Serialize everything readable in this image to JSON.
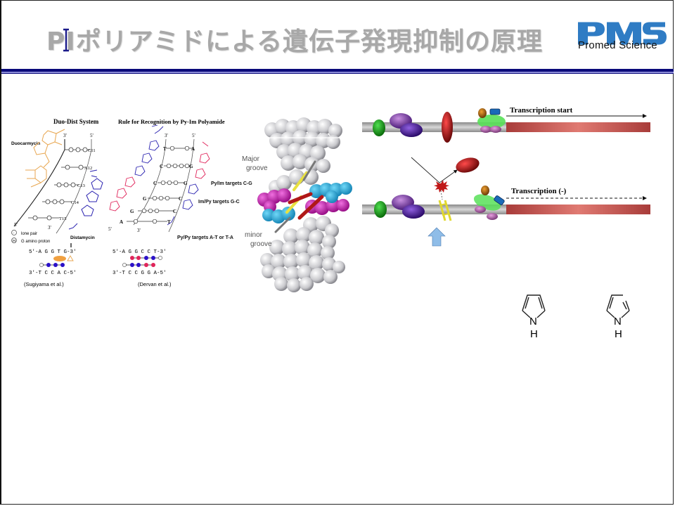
{
  "slide": {
    "title": "PIポリアミドによる遺伝子発現抑制の原理",
    "logo": {
      "mark": "PMS",
      "name": "Promed Science",
      "color": "#2f7cc4"
    },
    "rule_color": "#0a0a7a"
  },
  "duo_dist": {
    "heading": "Duo-Dist System",
    "strand_3": "3'",
    "strand_5": "5'",
    "strand_5_bottom": "5'",
    "strand_3_bottom": "3'",
    "duocarmycin_label": "Duocarmycin",
    "distamycin_label": "Distamycin",
    "right_bases": [
      "C11",
      "A12",
      "C13",
      "C14",
      "T15"
    ],
    "legend": [
      {
        "symbol": "··",
        "text": "lone pair"
      },
      {
        "symbol": "H",
        "text": "G amino proton"
      }
    ],
    "seq_top": "5'-A G G T G-3'",
    "seq_bottom": "3'-T C C A C-5'",
    "citation": "(Sugiyama et al.)",
    "colors": {
      "duocarmycin": "#e8a650",
      "distamycin": "#2a22b0"
    }
  },
  "py_im_rule": {
    "heading": "Rule for Recognition by Py-Im Polyamide",
    "strand_3": "3'",
    "strand_5": "5'",
    "strand_5_bottom": "5'",
    "strand_3_bottom": "3'",
    "pairs": [
      {
        "left": "T",
        "right": "A"
      },
      {
        "left": "C",
        "right": "G"
      },
      {
        "left": "C",
        "right": "G"
      },
      {
        "left": "G",
        "right": "C"
      },
      {
        "left": "G",
        "right": "C"
      },
      {
        "left": "A",
        "right": "T"
      }
    ],
    "rules": [
      "Py/Im targets C-G",
      "Im/Py targets G-C",
      "Py/Py targets A-T or T-A"
    ],
    "seq_top": "5'-A G G C C T-3'",
    "seq_bottom": "3'-T C C G G A-5'",
    "citation": "(Dervan et al.)",
    "colors": {
      "im": "#e0245a",
      "py": "#2a22b0"
    }
  },
  "dna_model": {
    "major_groove": [
      "Major",
      "groove"
    ],
    "minor_groove": [
      "minor",
      "groove"
    ],
    "colors": {
      "backbone": "#d8d8dc",
      "magenta": "#c21fb0",
      "cyan": "#22a8d8",
      "ligand_yellow": "#e8e040",
      "ligand_red": "#b01818"
    }
  },
  "transcription": {
    "start_label": "Transcription start",
    "blocked_label": "Transcription (-)",
    "colors": {
      "gene": "#c0504d",
      "dna": "#a8a8a8",
      "arrow": "#8fbde8"
    }
  },
  "rings": {
    "pyrrole": {
      "n": "N",
      "h": "H"
    },
    "imidazole": {
      "n": "N",
      "h": "H"
    }
  }
}
